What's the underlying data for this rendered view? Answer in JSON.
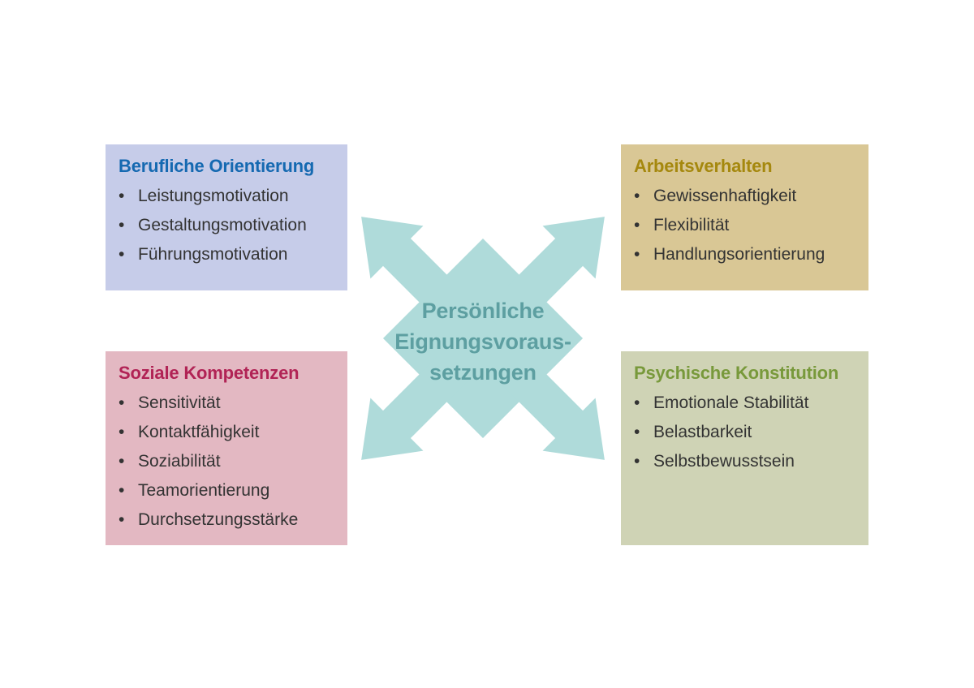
{
  "ui": {
    "bullet": "•"
  },
  "colors": {
    "background": "#ffffff",
    "arrow_fill": "#afdbda",
    "center_text": "#5d9fa1",
    "box_berufliche_bg": "#c6cce9",
    "box_berufliche_heading": "#1569b1",
    "box_arbeitsverhalten_bg": "#d9c795",
    "box_arbeitsverhalten_heading": "#a5880e",
    "box_soziale_bg": "#e3b8c2",
    "box_soziale_heading": "#b12355",
    "box_psychische_bg": "#cfd3b5",
    "box_psychische_heading": "#78993b",
    "bullet_text": "#333333"
  },
  "center": {
    "lines": [
      "Persönliche",
      "Eignungsvoraus-",
      "setzungen"
    ]
  },
  "boxes": [
    {
      "title": "Berufliche Orientierung",
      "items": [
        "Leistungsmotivation",
        "Gestaltungsmotivation",
        "Führungsmotivation"
      ]
    },
    {
      "title": "Arbeitsverhalten",
      "items": [
        "Gewissenhaftigkeit",
        "Flexibilität",
        "Handlungsorientierung"
      ]
    },
    {
      "title": "Soziale Kompetenzen",
      "items": [
        "Sensitivität",
        "Kontaktfähigkeit",
        "Soziabilität",
        "Teamorientierung",
        "Durchsetzungsstärke"
      ]
    },
    {
      "title": "Psychische Konstitution",
      "items": [
        "Emotionale Stabilität",
        "Belastbarkeit",
        "Selbstbewusstsein"
      ]
    }
  ]
}
